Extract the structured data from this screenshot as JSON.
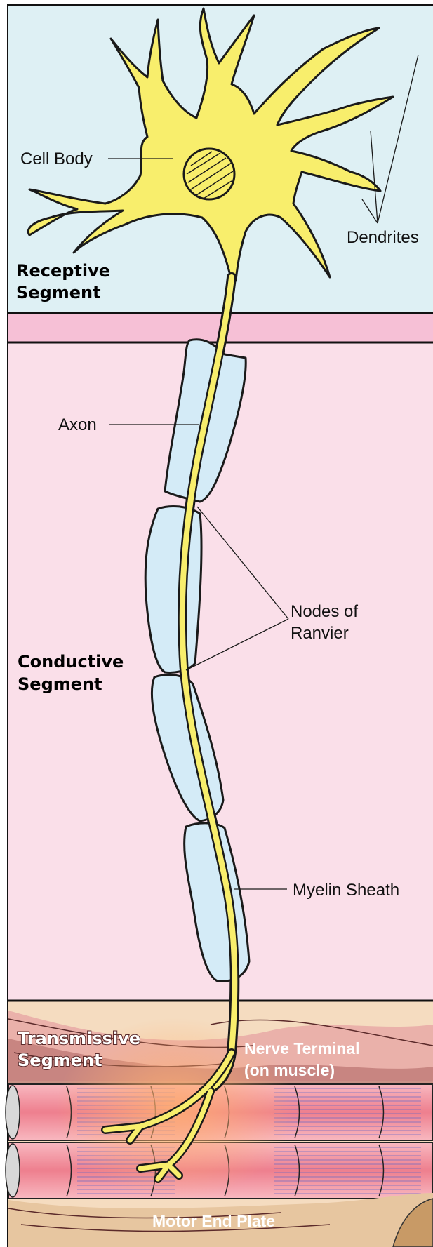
{
  "labels": {
    "cell_body": "Cell Body",
    "dendrites": "Dendrites",
    "axon": "Axon",
    "nodes_line1": "Nodes of",
    "nodes_line2": "Ranvier",
    "myelin_sheath": "Myelin Sheath",
    "nerve_terminal_line1": "Nerve Terminal",
    "nerve_terminal_line2": "(on muscle)",
    "motor_end_plate": "Motor End Plate"
  },
  "segments": {
    "receptive_line1": "Receptive",
    "receptive_line2": "Segment",
    "conductive_line1": "Conductive",
    "conductive_line2": "Segment",
    "transmissive_line1": "Transmissive",
    "transmissive_line2": "Segment"
  },
  "colors": {
    "receptive_bg": "#def0f4",
    "conductive_bg": "#fadfe9",
    "band": "#f6c0d6",
    "muscle_bg": "#f5dcc0",
    "neuron_fill": "#f8ee6c",
    "myelin_fill": "#d4ebf7",
    "muscle_fiber": "#f08f9c",
    "outline": "#1a1a1a"
  }
}
